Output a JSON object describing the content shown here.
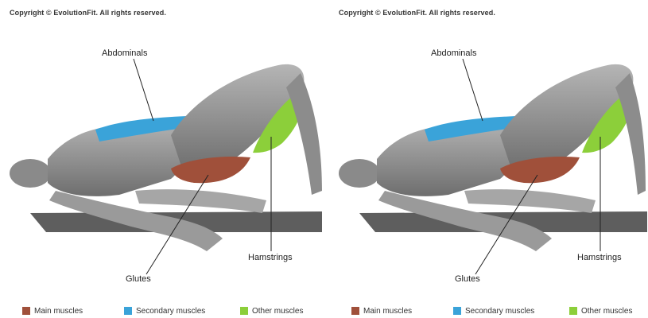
{
  "copyright": "Copyright © EvolutionFit. All rights reserved.",
  "labels": {
    "abdominals": "Abdominals",
    "hamstrings": "Hamstrings",
    "glutes": "Glutes"
  },
  "legend": [
    {
      "label": "Main muscles",
      "color": "#a0503a"
    },
    {
      "label": "Secondary muscles",
      "color": "#3aa3d9"
    },
    {
      "label": "Other muscles",
      "color": "#8ccf3a"
    }
  ],
  "colors": {
    "main": "#a0503a",
    "secondary": "#3aa3d9",
    "other": "#8ccf3a",
    "body": "#8e8e8e",
    "bench": "#5e5e5e"
  }
}
